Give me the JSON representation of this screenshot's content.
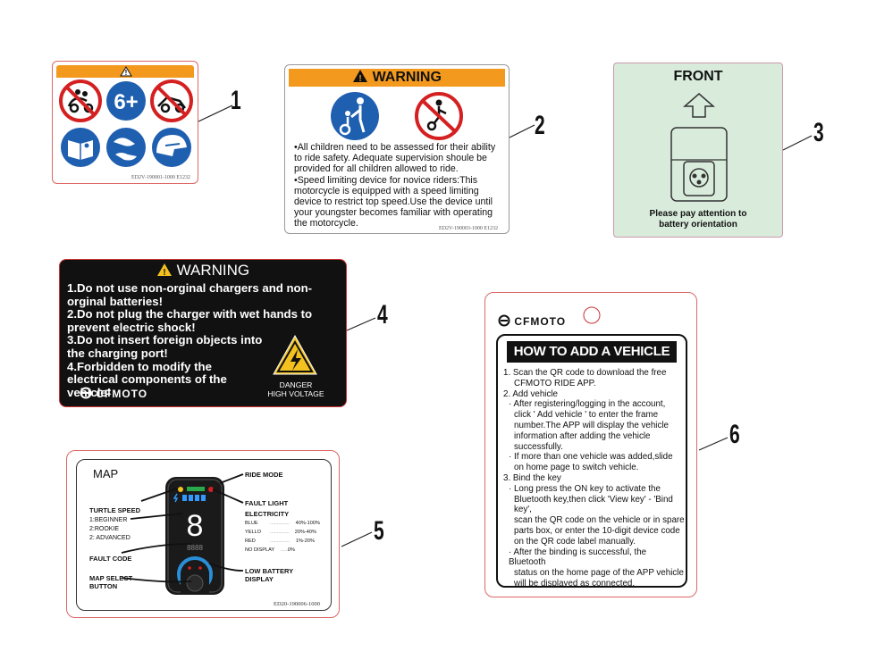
{
  "callouts": [
    "1",
    "2",
    "3",
    "4",
    "5",
    "6"
  ],
  "label1": {
    "code": "ED2V-190001-1000 E1232",
    "icons": [
      "no-passenger-icon",
      "age-6-plus-icon",
      "no-offroad-icon",
      "read-manual-icon",
      "wear-gloves-boots-icon",
      "wear-helmet-icon"
    ],
    "age_text": "6+"
  },
  "label2": {
    "header": "WARNING",
    "bullets": [
      "•All children need to be assessed for their ability to ride safety. Adequate supervision shoule be provided for all children allowed to ride.",
      "•Speed limiting device for novice riders:This motorcycle is equipped with a speed limiting device to restrict top speed.Use the device until your youngster becomes familiar with operating the motorcycle."
    ],
    "code": "ED2V-190003-1000 E1232"
  },
  "label3": {
    "title": "FRONT",
    "caption_line1": "Please pay attention to",
    "caption_line2": "battery orientation"
  },
  "label4": {
    "header": "WARNING",
    "items": [
      "1.Do not use non-orginal chargers and non-orginal batteries!",
      "2.Do not plug the charger with wet hands to prevent electric shock!",
      "3.Do not insert foreign objects into the charging port!",
      "4.Forbidden to modify the electrical components of the vehicle!"
    ],
    "danger_line1": "DANGER",
    "danger_line2": "HIGH VOLTAGE",
    "brand": "CFMOTO"
  },
  "label5": {
    "title": "MAP",
    "ride_mode": "RIDE MODE",
    "turtle_speed": "TURTLE SPEED",
    "speed_options": [
      "1:BEGINNER",
      "2:ROOKIE",
      "2: ADVANCED"
    ],
    "fault_light": "FAULT LIGHT",
    "electricity": "ELECTRICITY",
    "electricity_rows": [
      {
        "color": "BLUE",
        "range": "40%-100%"
      },
      {
        "color": "YELLO",
        "range": "20%-40%"
      },
      {
        "color": "RED",
        "range": "1%-20%"
      },
      {
        "color": "NO DISPLAY",
        "range": "0%"
      }
    ],
    "fault_code": "FAULT CODE",
    "map_select_line1": "MAP SELECT",
    "map_select_line2": "BUTTON",
    "low_battery_line1": "LOW BATTERY",
    "low_battery_line2": "DISPLAY",
    "digit": "8",
    "small_digits": "8888",
    "code": "ED20-190006-1000"
  },
  "label6": {
    "brand": "CFMOTO",
    "banner": "HOW TO ADD A VEHICLE",
    "lines": [
      {
        "t": "1. Scan the QR code to download the free",
        "c": ""
      },
      {
        "t": "CFMOTO RIDE APP.",
        "c": "ind2"
      },
      {
        "t": "2. Add vehicle",
        "c": ""
      },
      {
        "t": "· After registering/logging in the account,",
        "c": "ind"
      },
      {
        "t": "click ' Add vehicle ' to enter the frame",
        "c": "ind2"
      },
      {
        "t": "number.The APP will display the vehicle",
        "c": "ind2"
      },
      {
        "t": "information after adding the vehicle",
        "c": "ind2"
      },
      {
        "t": "successfully.",
        "c": "ind2"
      },
      {
        "t": "· If more than one vehicle was added,slide",
        "c": "ind"
      },
      {
        "t": "on home page to switch vehicle.",
        "c": "ind2"
      },
      {
        "t": "3. Bind the key",
        "c": ""
      },
      {
        "t": "· Long press the ON key to activate the",
        "c": "ind"
      },
      {
        "t": "Bluetooth key,then click 'View key' - 'Bind key',",
        "c": "ind2"
      },
      {
        "t": "scan the QR code on the vehicle or in spare",
        "c": "ind2"
      },
      {
        "t": "parts box, or enter the 10-digit device code",
        "c": "ind2"
      },
      {
        "t": "on the QR code label manually.",
        "c": "ind2"
      },
      {
        "t": "· After the binding is successful, the Bluetooth",
        "c": "ind"
      },
      {
        "t": "status on the home page of the APP vehicle",
        "c": "ind2"
      },
      {
        "t": "will be displayed as connected.",
        "c": "ind2"
      }
    ]
  },
  "colors": {
    "warning_orange": "#f39a1e",
    "prohibit_red": "#d42020",
    "mandatory_blue": "#1f5fb0",
    "label3_bg": "#d9ecdc"
  }
}
